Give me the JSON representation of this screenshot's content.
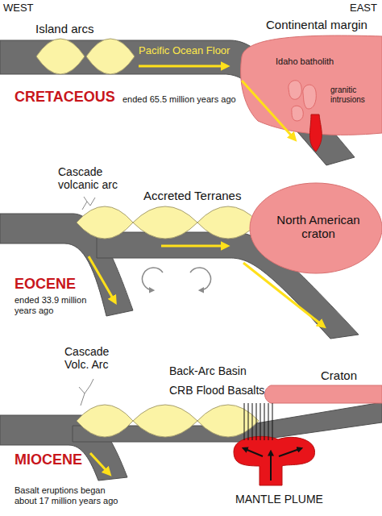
{
  "diagram": {
    "nodes": [
      {
        "text": [
          "Pacific Ocean Floor"
        ]
      },
      {
        "text": [
          "Continental margin",
          "Idaho batholith",
          "granitic intrusions"
        ]
      },
      {
        "text": [
          "North American craton"
        ]
      },
      {
        "text": [
          "Craton"
        ]
      },
      {
        "text": [
          "MANTLE PLUME"
        ]
      }
    ],
    "labels": [
      "WEST",
      "EAST",
      "Island arcs",
      "CRETACEOUS",
      "ended 65.5 million years ago",
      "Cascade volcanic arc",
      "Accreted Terranes",
      "EOCENE",
      "ended 33.9 million years ago",
      "Cascade Volc. Arc",
      "Back-Arc Basin",
      "CRB Flood Basalts",
      "MIOCENE",
      "Basalt eruptions began about 17 million years ago"
    ]
  }
}
